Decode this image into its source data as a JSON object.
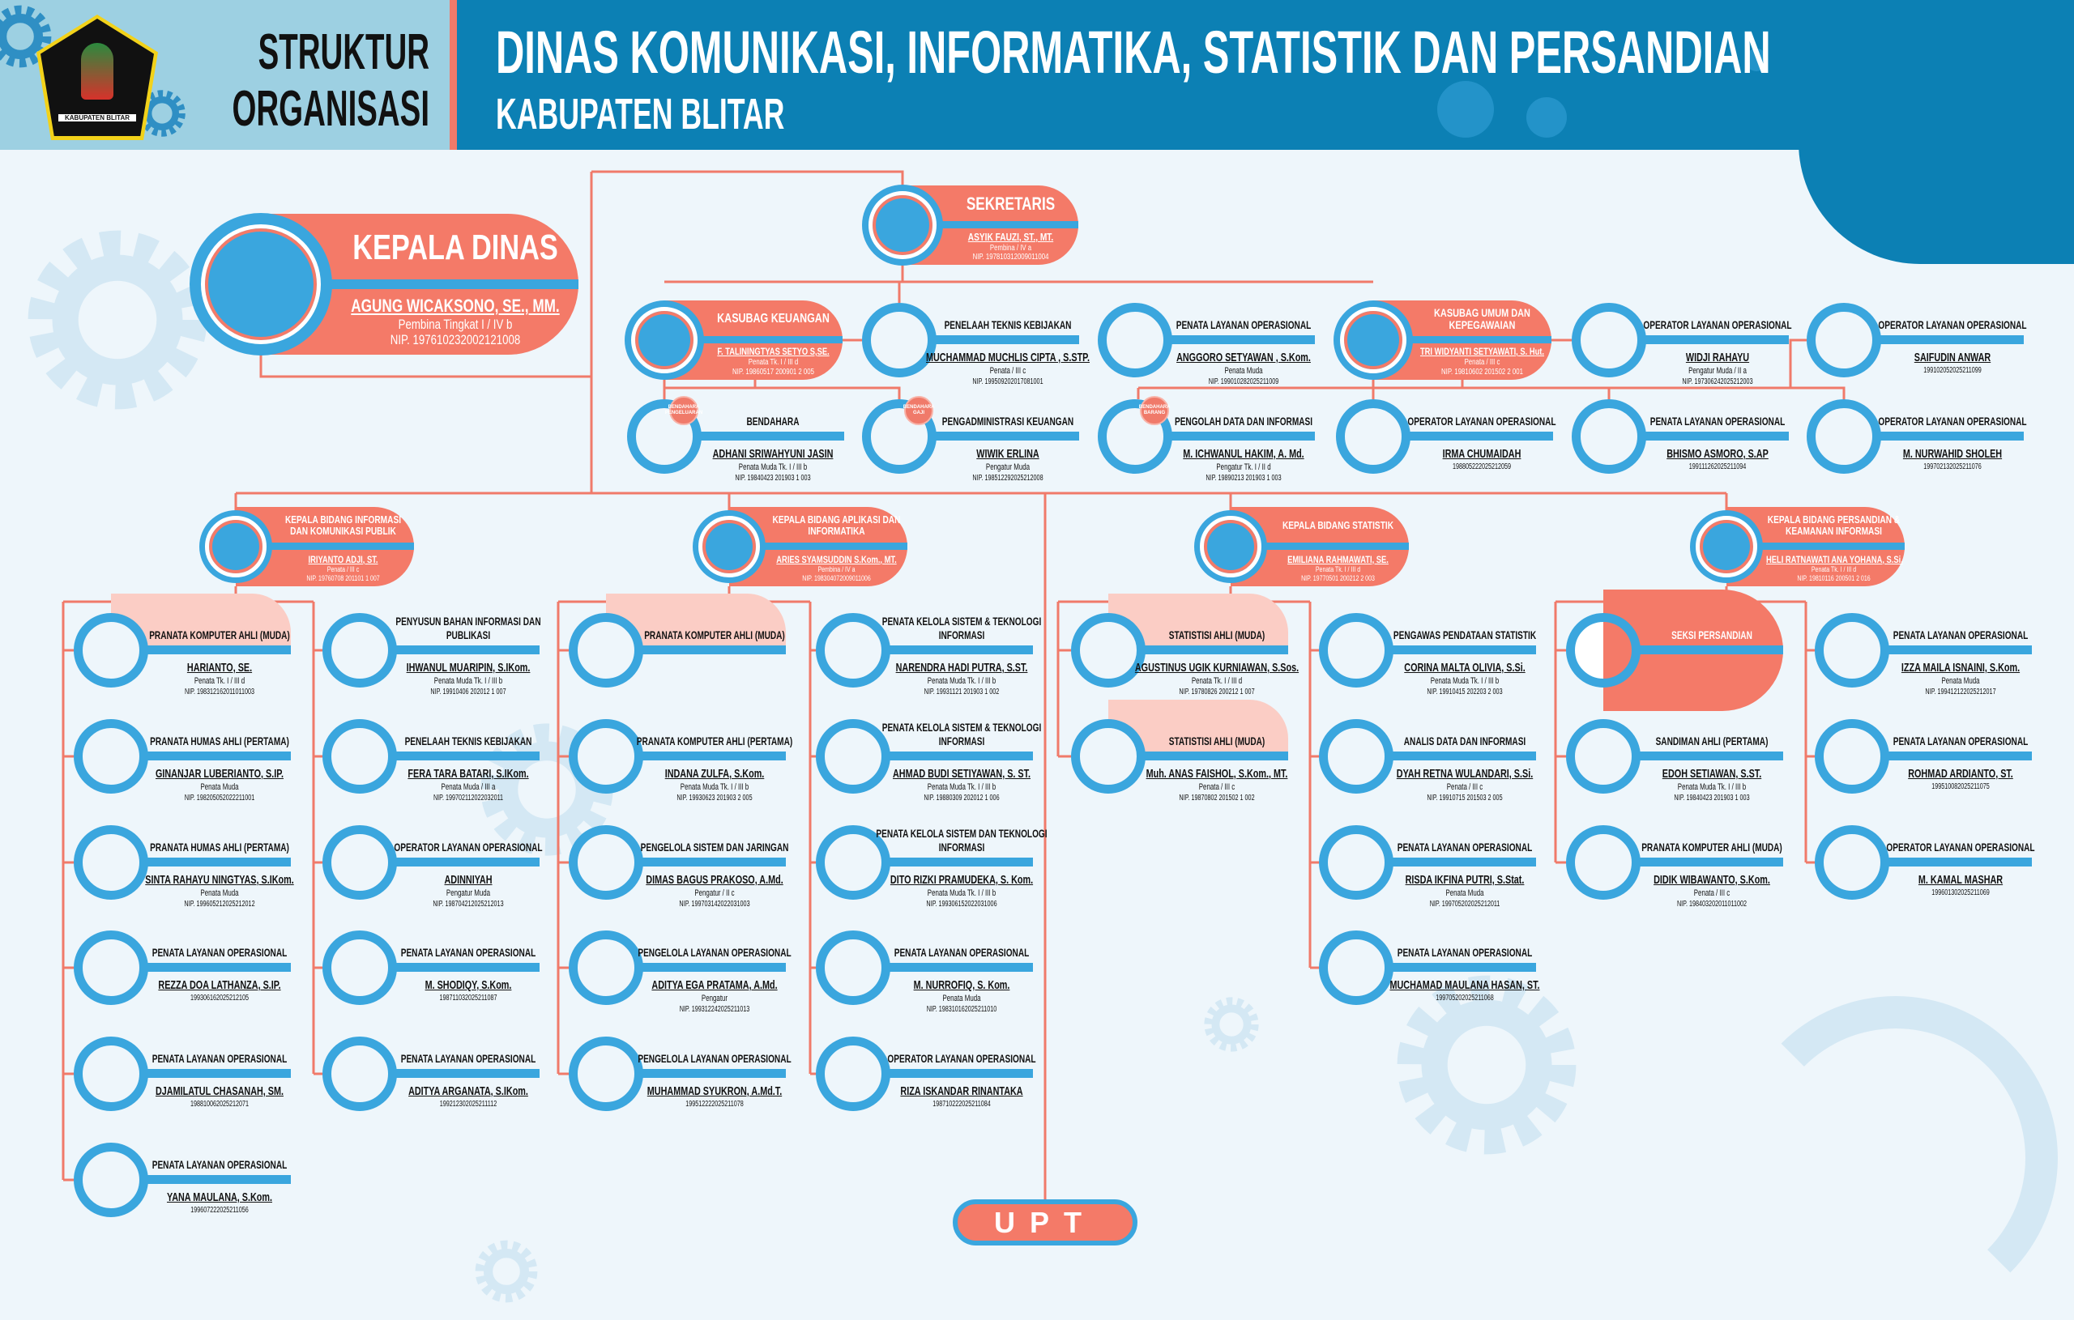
{
  "header": {
    "label_line1": "STRUKTUR",
    "label_line2": "ORGANISASI",
    "title": "DINAS KOMUNIKASI, INFORMATIKA, STATISTIK DAN PERSANDIAN",
    "subtitle": "KABUPATEN BLITAR",
    "logo_text": "KABUPATEN BLITAR"
  },
  "colors": {
    "header_dark": "#0c80b4",
    "header_light": "#9dd0e2",
    "accent_red": "#f47a68",
    "ring_blue": "#3aa6de",
    "connector": "#f07a6a",
    "background": "#eef6fb"
  },
  "kepala": {
    "title": "KEPALA DINAS",
    "name": "AGUNG WICAKSONO, SE., MM.",
    "rank": "Pembina Tingkat I / IV b",
    "nip": "NIP. 197610232002121008"
  },
  "sekretaris": {
    "title": "SEKRETARIS",
    "name": "ASYIK FAUZI, ST., MT.",
    "rank": "Pembina / IV a",
    "nip": "NIP. 197810312009011004"
  },
  "kasubag": [
    {
      "title": "KASUBAG KEUANGAN",
      "name": "F. TALININGTYAS SETYO S,SE.",
      "rank": "Penata Tk. I / III d",
      "nip": "NIP. 19860517 200901 2 005"
    },
    {
      "title": "KASUBAG UMUM DAN KEPEGAWAIAN",
      "name": "TRI WIDYANTI SETYAWATI, S. Hut.",
      "rank": "Penata / III c",
      "nip": "NIP. 19810602 201502 2 001"
    }
  ],
  "sekretariat_staff": [
    {
      "title": "PENELAAH TEKNIS KEBIJAKAN",
      "name": "MUCHAMMAD MUCHLIS CIPTA , S.STP.",
      "rank": "Penata / III c",
      "nip": "NIP. 199509202017081001"
    },
    {
      "title": "PENATA LAYANAN OPERASIONAL",
      "name": "ANGGORO SETYAWAN , S.Kom.",
      "rank": "Penata Muda",
      "nip": "NIP. 199010282025211009"
    },
    {
      "title": "OPERATOR LAYANAN OPERASIONAL",
      "name": "WIDJI RAHAYU",
      "rank": "Pengatur Muda / II a",
      "nip": "NIP. 197306242025212003"
    },
    {
      "title": "OPERATOR LAYANAN OPERASIONAL",
      "name": "SAIFUDIN ANWAR",
      "nip": "199102052025211099"
    },
    {
      "title": "BENDAHARA",
      "name": "ADHANI SRIWAHYUNI JASIN",
      "rank": "Penata Muda Tk. I / III b",
      "nip": "NIP. 19840423 201903 1 003",
      "badge": "BENDAHARA PENGELUARAN"
    },
    {
      "title": "PENGADMINISTRASI KEUANGAN",
      "name": "WIWIK ERLINA",
      "rank": "Pengatur Muda",
      "nip": "NIP. 198512292025212008",
      "badge": "BENDAHARA GAJI"
    },
    {
      "title": "PENGOLAH DATA DAN INFORMASI",
      "name": "M. ICHWANUL HAKIM, A. Md.",
      "rank": "Pengatur Tk. I / II d",
      "nip": "NIP. 19890213 201903 1 003",
      "badge": "BENDAHARA BARANG"
    },
    {
      "title": "OPERATOR LAYANAN OPERASIONAL",
      "name": "IRMA CHUMAIDAH",
      "nip": "198805222025212059"
    },
    {
      "title": "PENATA LAYANAN OPERASIONAL",
      "name": "BHISMO ASMORO, S.AP",
      "nip": "199111262025211094"
    },
    {
      "title": "OPERATOR LAYANAN OPERASIONAL",
      "name": "M. NURWAHID SHOLEH",
      "nip": "199702132025211076"
    }
  ],
  "bidang": [
    {
      "title": "KEPALA BIDANG INFORMASI DAN KOMUNIKASI PUBLIK",
      "name": "IRIYANTO ADJI, ST.",
      "rank": "Penata / III c",
      "nip": "NIP. 19760708 201101 1 007",
      "columns": [
        [
          {
            "title": "PRANATA KOMPUTER AHLI (MUDA)",
            "name": "HARIANTO, SE.",
            "rank": "Penata Tk. I / III d",
            "nip": "NIP. 198312162011011003",
            "highlight": true
          },
          {
            "title": "PRANATA HUMAS AHLI (PERTAMA)",
            "name": "GINANJAR LUBERIANTO, S.IP.",
            "rank": "Penata Muda",
            "nip": "NIP. 198205052022211001"
          },
          {
            "title": "PRANATA HUMAS AHLI (PERTAMA)",
            "name": "SINTA RAHAYU NINGTYAS, S.IKom.",
            "rank": "Penata Muda",
            "nip": "NIP. 199605212025212012"
          },
          {
            "title": "PENATA LAYANAN OPERASIONAL",
            "name": "REZZA DOA LATHANZA, S.IP.",
            "nip": "199306162025212105"
          },
          {
            "title": "PENATA LAYANAN OPERASIONAL",
            "name": "DJAMILATUL CHASANAH, SM.",
            "nip": "198810062025212071"
          },
          {
            "title": "PENATA LAYANAN OPERASIONAL",
            "name": "YANA MAULANA, S.Kom.",
            "nip": "199607222025211056"
          }
        ],
        [
          {
            "title": "PENYUSUN BAHAN INFORMASI DAN PUBLIKASI",
            "name": "IHWANUL MUARIPIN, S.IKom.",
            "rank": "Penata Muda Tk. I / III b",
            "nip": "NIP. 19910406 202012 1 007"
          },
          {
            "title": "PENELAAH TEKNIS KEBIJAKAN",
            "name": "FERA TARA BATARI, S.IKom.",
            "rank": "Penata Muda / III a",
            "nip": "NIP. 199702112022032011"
          },
          {
            "title": "OPERATOR LAYANAN OPERASIONAL",
            "name": "ADINNIYAH",
            "rank": "Pengatur Muda",
            "nip": "NIP. 198704212025212013"
          },
          {
            "title": "PENATA LAYANAN OPERASIONAL",
            "name": "M. SHODIQY, S.Kom.",
            "nip": "198711032025211087"
          },
          {
            "title": "PENATA LAYANAN OPERASIONAL",
            "name": "ADITYA ARGANATA, S.IKom.",
            "nip": "199212302025211112"
          }
        ]
      ]
    },
    {
      "title": "KEPALA BIDANG APLIKASI DAN INFORMATIKA",
      "name": "ARIES SYAMSUDDIN S.Kom., MT.",
      "rank": "Pembina / IV a",
      "nip": "NIP. 198304072009011006",
      "columns": [
        [
          {
            "title": "PRANATA KOMPUTER AHLI (MUDA)",
            "highlight": true
          },
          {
            "title": "PRANATA KOMPUTER AHLI (PERTAMA)",
            "name": "INDANA ZULFA, S.Kom.",
            "rank": "Penata Muda Tk. I / III b",
            "nip": "NIP. 19930623 201903 2 005"
          },
          {
            "title": "PENGELOLA SISTEM DAN JARINGAN",
            "name": "DIMAS BAGUS PRAKOSO, A.Md.",
            "rank": "Pengatur / II c",
            "nip": "NIP. 199703142022031003"
          },
          {
            "title": "PENGELOLA LAYANAN OPERASIONAL",
            "name": "ADITYA EGA PRATAMA, A.Md.",
            "rank": "Pengatur",
            "nip": "NIP. 199312242025211013"
          },
          {
            "title": "PENGELOLA LAYANAN OPERASIONAL",
            "name": "MUHAMMAD SYUKRON, A.Md.T.",
            "nip": "199512222025211078"
          }
        ],
        [
          {
            "title": "PENATA KELOLA SISTEM & TEKNOLOGI INFORMASI",
            "name": "NARENDRA HADI PUTRA, S.ST.",
            "rank": "Penata Muda Tk. I / III b",
            "nip": "NIP. 19931121 201903 1 002"
          },
          {
            "title": "PENATA KELOLA SISTEM & TEKNOLOGI INFORMASI",
            "name": "AHMAD BUDI SETIYAWAN, S. ST.",
            "rank": "Penata Muda Tk. I / III b",
            "nip": "NIP. 19880309 202012 1 006"
          },
          {
            "title": "PENATA KELOLA SISTEM DAN TEKNOLOGI INFORMASI",
            "name": "DITO RIZKI PRAMUDEKA, S. Kom.",
            "rank": "Penata Muda Tk. I / III b",
            "nip": "NIP. 199306152022031006"
          },
          {
            "title": "PENATA LAYANAN OPERASIONAL",
            "name": "M. NURROFIQ, S. Kom.",
            "rank": "Penata Muda",
            "nip": "NIP. 198310162025211010"
          },
          {
            "title": "OPERATOR LAYANAN OPERASIONAL",
            "name": "RIZA ISKANDAR RINANTAKA",
            "nip": "198710222025211084"
          }
        ]
      ]
    },
    {
      "title": "KEPALA BIDANG STATISTIK",
      "name": "EMILIANA RAHMAWATI, SE.",
      "rank": "Penata Tk. I / III d",
      "nip": "NIP. 19770501 200212 2 003",
      "columns": [
        [
          {
            "title": "STATISTISI AHLI (MUDA)",
            "name": "AGUSTINUS UGIK KURNIAWAN, S.Sos.",
            "rank": "Penata Tk. I / III d",
            "nip": "NIP. 19780826 200212 1 007",
            "highlight": true
          },
          {
            "title": "STATISTISI AHLI (MUDA)",
            "name": "Muh. ANAS FAISHOL, S.Kom., MT.",
            "rank": "Penata / III c",
            "nip": "NIP. 19870802 201502 1 002",
            "highlight": true
          }
        ],
        [
          {
            "title": "PENGAWAS PENDATAAN STATISTIK",
            "name": "CORINA MALTA OLIVIA, S.Si.",
            "rank": "Penata Muda Tk. I / III b",
            "nip": "NIP. 19910415 202203 2 003"
          },
          {
            "title": "ANALIS DATA DAN INFORMASI",
            "name": "DYAH RETNA WULANDARI, S.Si.",
            "rank": "Penata / III c",
            "nip": "NIP. 19910715 201503 2 005"
          },
          {
            "title": "PENATA LAYANAN OPERASIONAL",
            "name": "RISDA IKFINA PUTRI, S.Stat.",
            "rank": "Penata Muda",
            "nip": "NIP. 199705202025212011"
          },
          {
            "title": "PENATA LAYANAN OPERASIONAL",
            "name": "MUCHAMAD MAULANA HASAN, ST.",
            "nip": "199705202025211068"
          }
        ]
      ]
    },
    {
      "title": "KEPALA BIDANG PERSANDIAN & KEAMANAN INFORMASI",
      "name": "HELI RATNAWATI ANA YOHANA, S.Si.",
      "rank": "Penata Tk. I / III d",
      "nip": "NIP. 19810116 200501 2 016",
      "columns": [
        [
          {
            "title": "SEKSI PERSANDIAN",
            "section": true
          },
          {
            "title": "SANDIMAN AHLI (PERTAMA)",
            "name": "EDOH SETIAWAN, S.ST.",
            "rank": "Penata Muda Tk. I / III b",
            "nip": "NIP. 19840423 201903 1 003"
          },
          {
            "title": "PRANATA KOMPUTER AHLI (MUDA)",
            "name": "DIDIK WIBAWANTO, S.Kom.",
            "rank": "Penata / III c",
            "nip": "NIP. 198403202011011002"
          }
        ],
        [
          {
            "title": "PENATA LAYANAN OPERASIONAL",
            "name": "IZZA MAILA ISNAINI, S.Kom.",
            "rank": "Penata Muda",
            "nip": "NIP. 199412122025212017"
          },
          {
            "title": "PENATA LAYANAN OPERASIONAL",
            "name": "ROHMAD ARDIANTO, ST.",
            "nip": "199510082025211075"
          },
          {
            "title": "OPERATOR LAYANAN OPERASIONAL",
            "name": "M. KAMAL MASHAR",
            "nip": "199601302025211069"
          }
        ]
      ]
    }
  ],
  "upt": {
    "label": "UPT"
  }
}
